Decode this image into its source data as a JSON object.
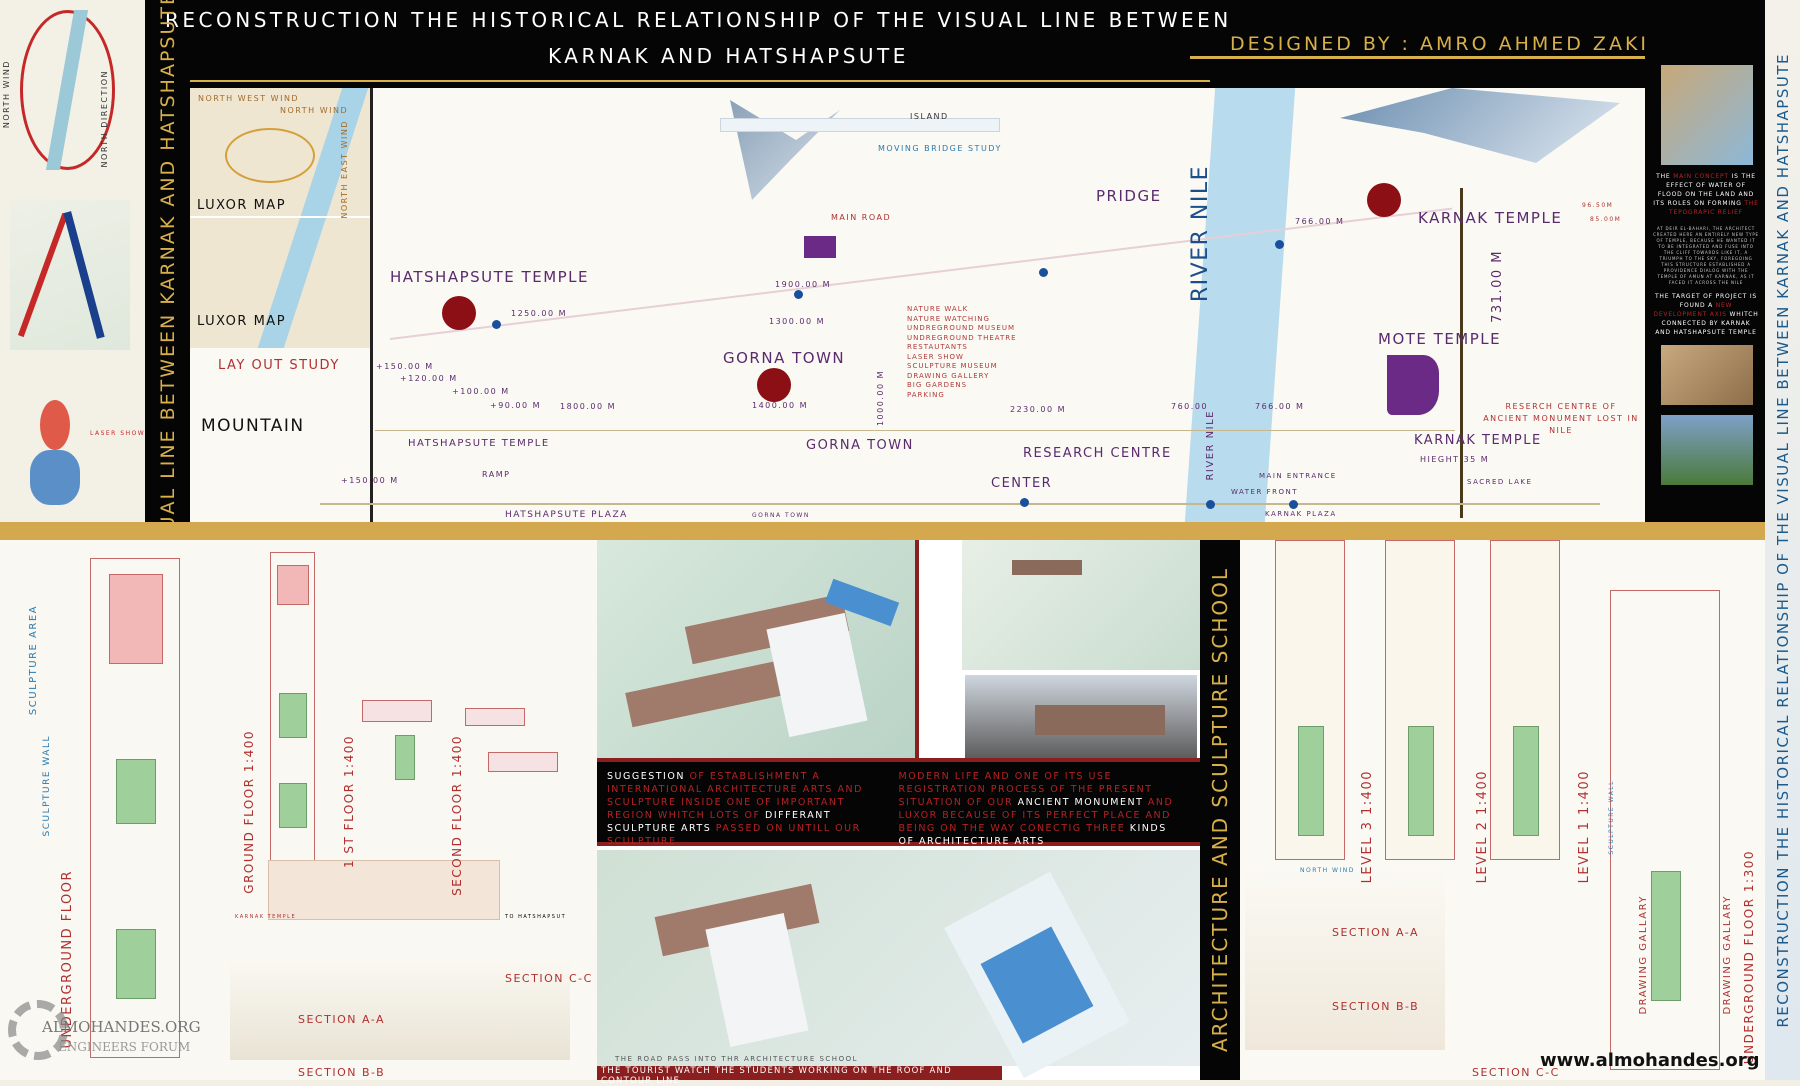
{
  "header": {
    "title_line1": "RECONSTRUCTION THE HISTORICAL RELATIONSHIP OF THE VISUAL LINE BETWEEN",
    "title_line2": "KARNAK AND HATSHAPSUTE",
    "designer": "DESIGNED BY : AMRO AHMED ZAKI"
  },
  "side_titles": {
    "left": "THE VISUAL LINE BETWEEN KARNAK AND HATSHAPSUTE",
    "right": "RECONSTRUCTION THE HISTORICAL RELATIONSHIP OF THE VISUAL LINE BETWEEN KARNAK AND HATSHAPSUTE",
    "school": "ARCHITECTURE AND SCULPTURE SCHOOL"
  },
  "left_strip": {
    "north_wind": "NORTH WIND",
    "north_direction": "NORTH DIRECTION",
    "laser_show": "LASER SHOW"
  },
  "map": {
    "luxor_map_1": "LUXOR MAP",
    "luxor_map_2": "LUXOR MAP",
    "north_west_wind": "NORTH WEST WIND",
    "north_wind": "NORTH WIND",
    "north_east_wind": "NORTH EAST WIND",
    "layout_study": "LAY OUT STUDY",
    "mountain": "MOUNTAIN",
    "hatshapsute_temple": "HATSHAPSUTE TEMPLE",
    "gorna_town": "GORNA TOWN",
    "pridge": "PRIDGE",
    "karnak_temple": "KARNAK TEMPLE",
    "mote_temple": "MOTE TEMPLE",
    "river_nile": "RIVER NILE",
    "moving_bridge_study": "MOVING BRIDGE STUDY",
    "main_road": "MAIN ROAD",
    "island": "ISLAND",
    "distances": {
      "d1250": "1250.00 M",
      "d1900": "1900.00 M",
      "d1300": "1300.00 M",
      "d766a": "766.00 M",
      "d731": "731.00 M",
      "p150": "+150.00 M",
      "p120": "+120.00 M",
      "p100": "+100.00 M",
      "p90": "+90.00 M",
      "d1800": "1800.00 M",
      "d1400": "1400.00 M",
      "d1000": "1000.00 M",
      "d2230": "2230.00 M",
      "d760": "760.00",
      "d766b": "766.00 M",
      "d96": "96.50M",
      "d85": "85.00M"
    },
    "program": [
      "NATURE WALK",
      "NATURE WATCHING",
      "UNDREGROUND MUSEUM",
      "UNDREGROUND THEATRE",
      "RESTAUTANTS",
      "LASER SHOW",
      "SCULPTURE MUSEUM",
      "DRAWING GALLERY",
      "BIG GARDENS",
      "PARKING"
    ],
    "section": {
      "hatshapsute_temple": "HATSHAPSUTE TEMPLE",
      "gorna_town": "GORNA TOWN",
      "research_centre": "RESEARCH CENTRE",
      "karnak_temple": "KARNAK TEMPLE",
      "height": "HIEGHT  35 M",
      "ramp": "RAMP",
      "p150": "+150.00 M",
      "center": "CENTER",
      "main_entrance": "MAIN ENTRANCE",
      "water_front": "WATER FRONT",
      "sacred_lake": "SACRED LAKE",
      "hatshapsute_plaza": "HATSHAPSUTE PLAZA",
      "gorna_town_small": "GORNA TOWN",
      "karnak_plaza": "KARNAK PLAZA",
      "river_nile": "RIVER NILE"
    },
    "research_note": "RESERCH CENTRE OF ANCIENT MONUMENT LOST IN NILE"
  },
  "right_info": {
    "concept": [
      {
        "t": "THE ",
        "c": "w"
      },
      {
        "t": "MAIN CONCEPT",
        "c": "r"
      },
      {
        "t": " IS THE EFFECT OF WATER OF FLOOD ON THE LAND AND ITS ROLES ON FORMING ",
        "c": "w"
      },
      {
        "t": "THE TEPOGRAPIC RELIEF",
        "c": "r"
      }
    ],
    "detail": "AT DEIR EL-BAHARI, THE ARCHITECT CREATED HERE AN ENTIRELY NEW TYPE OF TEMPLE, BECAUSE HE WANTED IT TO BE INTEGRATED AND FUSE INTO THE CLIFF TOWARDS LIKE IT, A TRIUMPH TO THE SKY, FOREGOING THIS STRUCTURE ESTABLISHED A PROVIDENCE DIALOG WITH THE TEMPLE OF AMUN AT KARNAK, AS IT FACED IT ACROSS THE NILE",
    "target": [
      {
        "t": "THE TARGET OF PROJECT IS FOUND A ",
        "c": "w"
      },
      {
        "t": "NEW DEVELOPMENT AXIS",
        "c": "r"
      },
      {
        "t": " WHITCH CONNECTED BY KARNAK AND HATSHAPSUTE TEMPLE",
        "c": "w"
      }
    ]
  },
  "plans": {
    "sculpture_area": "SCULPTURE AREA",
    "sculpture_wall": "SCULPTURE WALL",
    "underground_floor": "UNDERGROUND FLOOR",
    "ground_floor": "GROUND FLOOR",
    "ground_scale": "1:400",
    "first_floor": "1 ST FLOOR",
    "first_scale": "1:400",
    "second_floor": "SECOND FLOOR",
    "second_scale": "1:400",
    "section_aa": "SECTION A-A",
    "section_bb": "SECTION B-B",
    "section_cc": "SECTION C-C",
    "karnak_temple": "KARNAK TEMPLE",
    "to_hatshapsut": "TO HATSHAPSUT"
  },
  "renders": {
    "text_left": [
      {
        "t": "SUGGESTION ",
        "c": "w"
      },
      {
        "t": "OF ESTABLISHMENT A INTERNATIONAL ARCHITECTURE ARTS AND SCULPTURE INSIDE ONE OF IMPORTANT REGION WHITCH LOTS OF ",
        "c": "r"
      },
      {
        "t": "DIFFERANT SCULPTURE ARTS ",
        "c": "w"
      },
      {
        "t": "PASSED ON UNTILL OUR SCULPTURE",
        "c": "r"
      }
    ],
    "text_right": [
      {
        "t": "MODERN LIFE AND ONE OF ITS USE REGISTRATION PROCESS OF THE PRESENT SITUATION OF OUR ",
        "c": "r"
      },
      {
        "t": "ANCIENT MONUMENT ",
        "c": "w"
      },
      {
        "t": "AND LUXOR BECAUSE OF ITS PERFECT PLACE AND BEING ON THE WAY CONECTIG ",
        "c": "r"
      },
      {
        "t": "THREE ",
        "c": "r"
      },
      {
        "t": "KINDS OF ARCHITECTURE ARTS",
        "c": "w"
      }
    ],
    "road_caption": "THE  ROAD PASS INTO THR ARCHITECTURE SCHOOL",
    "caption": "THE TOURIST WATCH THE  STUDENTS WORKING ON THE ROOF AND CONTOUR LINE"
  },
  "sections": {
    "level3": "LEVEL 3",
    "level3_scale": "1:400",
    "level2": "LEVEL 2",
    "level2_scale": "1:400",
    "level1": "LEVEL 1",
    "level1_scale": "1:400",
    "section_aa": "SECTION A-A",
    "section_bb": "SECTION B-B",
    "section_cc": "SECTION C-C",
    "underground_floor": "UNDERGROUND FLOOR",
    "underground_scale": "1:300",
    "drawing_gallary_1": "DRAWING GALLARY",
    "drawing_gallary_2": "DRAWING GALLARY",
    "north_wind": "NORTH WIND",
    "sculpture_wall": "SCULPTURE WALL"
  },
  "watermark": {
    "logo_text": "ALMOHANDES.ORG",
    "logo_sub": "ENGINEERS FORUM",
    "url": "www.almohandes.org"
  },
  "colors": {
    "gold": "#d8b04a",
    "black": "#050505",
    "accent_red": "#8b0f14",
    "purple": "#5a2a6e",
    "blue": "#1a4f9c"
  }
}
